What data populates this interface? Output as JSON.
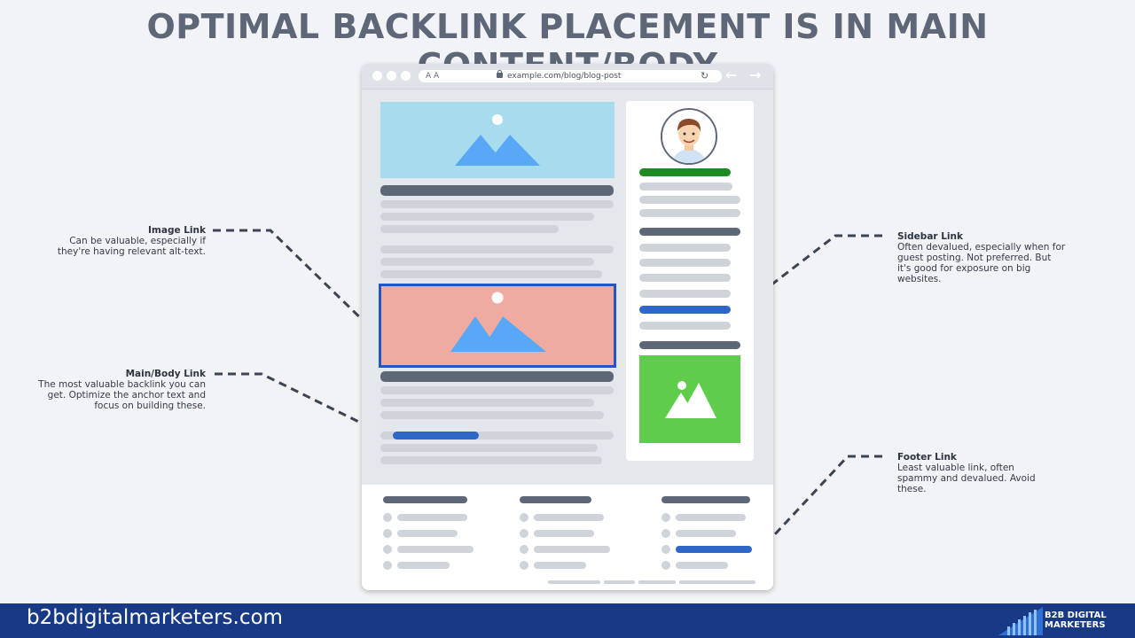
{
  "title": "OPTIMAL BACKLINK PLACEMENT IS IN MAIN CONTENT/BODY",
  "browser": {
    "text_size_label": "A A",
    "url": "example.com/blog/blog-post",
    "reload_icon": "↻",
    "back_icon": "←",
    "forward_icon": "→"
  },
  "annotations": {
    "image_link": {
      "heading": "Image Link",
      "body": "Can be valuable, especially if they're having relevant alt-text."
    },
    "main_link": {
      "heading": "Main/Body Link",
      "body": "The most valuable backlink you can get. Optimize the anchor text and focus on building these."
    },
    "sidebar_link": {
      "heading": "Sidebar Link",
      "body": "Often devalued, especially when for guest posting. Not preferred. But it's good for exposure on big websites."
    },
    "footer_link": {
      "heading": "Footer Link",
      "body": "Least valuable link, often spammy and devalued. Avoid these."
    }
  },
  "footer": {
    "site": "b2bdigitalmarketers.com",
    "brand_line1": "B2B DIGITAL",
    "brand_line2": "MARKETERS"
  },
  "colors": {
    "title": "#5d6778",
    "link_blue": "#2f67c9",
    "hero_image_bg": "#a6dcee",
    "highlight_image_bg": "#efaba1",
    "sidebar_image_bg": "#5fcc4c",
    "sidebar_heading_green": "#1e8b22",
    "footer_band": "#183a86"
  }
}
